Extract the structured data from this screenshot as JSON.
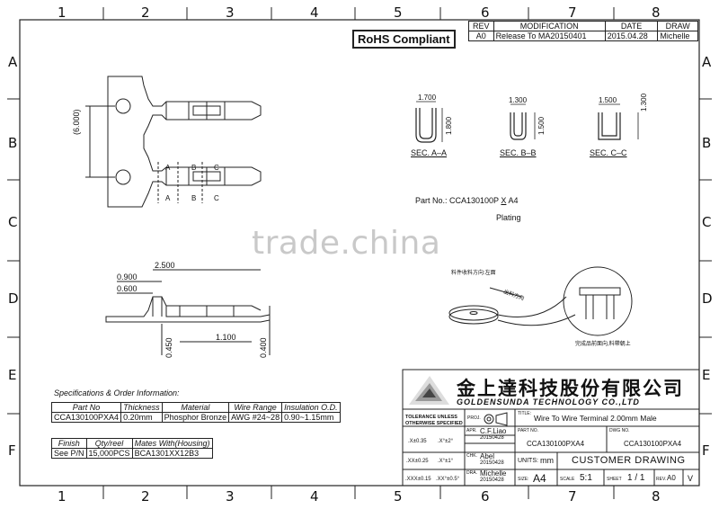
{
  "frame": {
    "columns": [
      "1",
      "2",
      "3",
      "4",
      "5",
      "6",
      "7",
      "8"
    ],
    "rows": [
      "A",
      "B",
      "C",
      "D",
      "E",
      "F"
    ]
  },
  "rohs": "RoHS Compliant",
  "revision": {
    "headers": [
      "REV",
      "MODIFICATION",
      "DATE",
      "DRAW"
    ],
    "row": [
      "A0",
      "Release To MA20150401",
      "2015.04.28",
      "Michelle"
    ]
  },
  "top_view": {
    "dim_pitch": "(6.000)",
    "section_marks": [
      "A",
      "B",
      "C",
      "A",
      "B",
      "C"
    ]
  },
  "sections": {
    "a": {
      "label": "SEC. A–A",
      "width": "1.700",
      "height": "1.800"
    },
    "b": {
      "label": "SEC. B–B",
      "width": "1.300",
      "height": "1.500"
    },
    "c": {
      "label": "SEC. C–C",
      "width": "1.500",
      "height": "1.300"
    }
  },
  "part_code": {
    "prefix": "Part No.: CCA130100P",
    "x": "X",
    "suffix": "A4",
    "plating": "Plating"
  },
  "side_view": {
    "d1": "0.900",
    "d2": "2.500",
    "d3": "0.600",
    "d4": "1.100",
    "d5": "0.450",
    "d6": "0.400"
  },
  "reel_notes": {
    "note1": "料件收料方向:左面",
    "note2": "出料方向",
    "note3": "完成品前面向,料帶朝上"
  },
  "watermark": "trade.china",
  "specs": {
    "title": "Specifications & Order Information:",
    "headers": [
      "Part No",
      "Thickness",
      "Material",
      "Wire Range",
      "Insulation O.D."
    ],
    "row": [
      "CCA130100PXA4",
      "0.20mm",
      "Phosphor Bronze",
      "AWG #24~28",
      "0.90~1.15mm"
    ]
  },
  "packing": {
    "headers": [
      "Finish",
      "Qty/reel",
      "Mates With(Housing)"
    ],
    "row": [
      "See P/N",
      "15,000PCS",
      "BCA1301XX12B3"
    ]
  },
  "title_block": {
    "company_cn": "金上達科技股份有限公司",
    "company_en": "GOLDENSUNDA TECHNOLOGY CO.,LTD",
    "tolerance_label": "TOLERANCE UNLESS OTHERWISE SPECIFIED",
    "proj_label": "PROJ.",
    "title_label": "TITLE:",
    "title": "Wire To Wire Terminal 2.00mm Male",
    "tol": [
      {
        "a": ".X±0.35",
        "b": ".X°±2°"
      },
      {
        "a": ".XX±0.25",
        "b": ".X°±1°"
      },
      {
        "a": ".XXX±0.15",
        "b": ".XX°±0.5°"
      }
    ],
    "apr_label": "APR.",
    "apr_name": "C.F.Liao",
    "apr_date": "20150428",
    "chk_label": "CHK.",
    "chk_name": "Abel",
    "chk_date": "20150428",
    "dra_label": "DRA.",
    "dra_name": "Michelle",
    "dra_date": "20150428",
    "part_label": "PART NO.",
    "part_no": "CCA130100PXA4",
    "dwg_label": "DWG NO.",
    "dwg_no": "CCA130100PXA4",
    "units_label": "UNITS:",
    "units": "mm",
    "drawing_type": "CUSTOMER DRAWING",
    "size_label": "SIZE:",
    "size": "A4",
    "scale_label": "SCALE",
    "scale": "5:1",
    "sheet_label": "SHEET",
    "sheet": "1 / 1",
    "rev_label": "REV.",
    "rev": "A0",
    "view": "V"
  }
}
